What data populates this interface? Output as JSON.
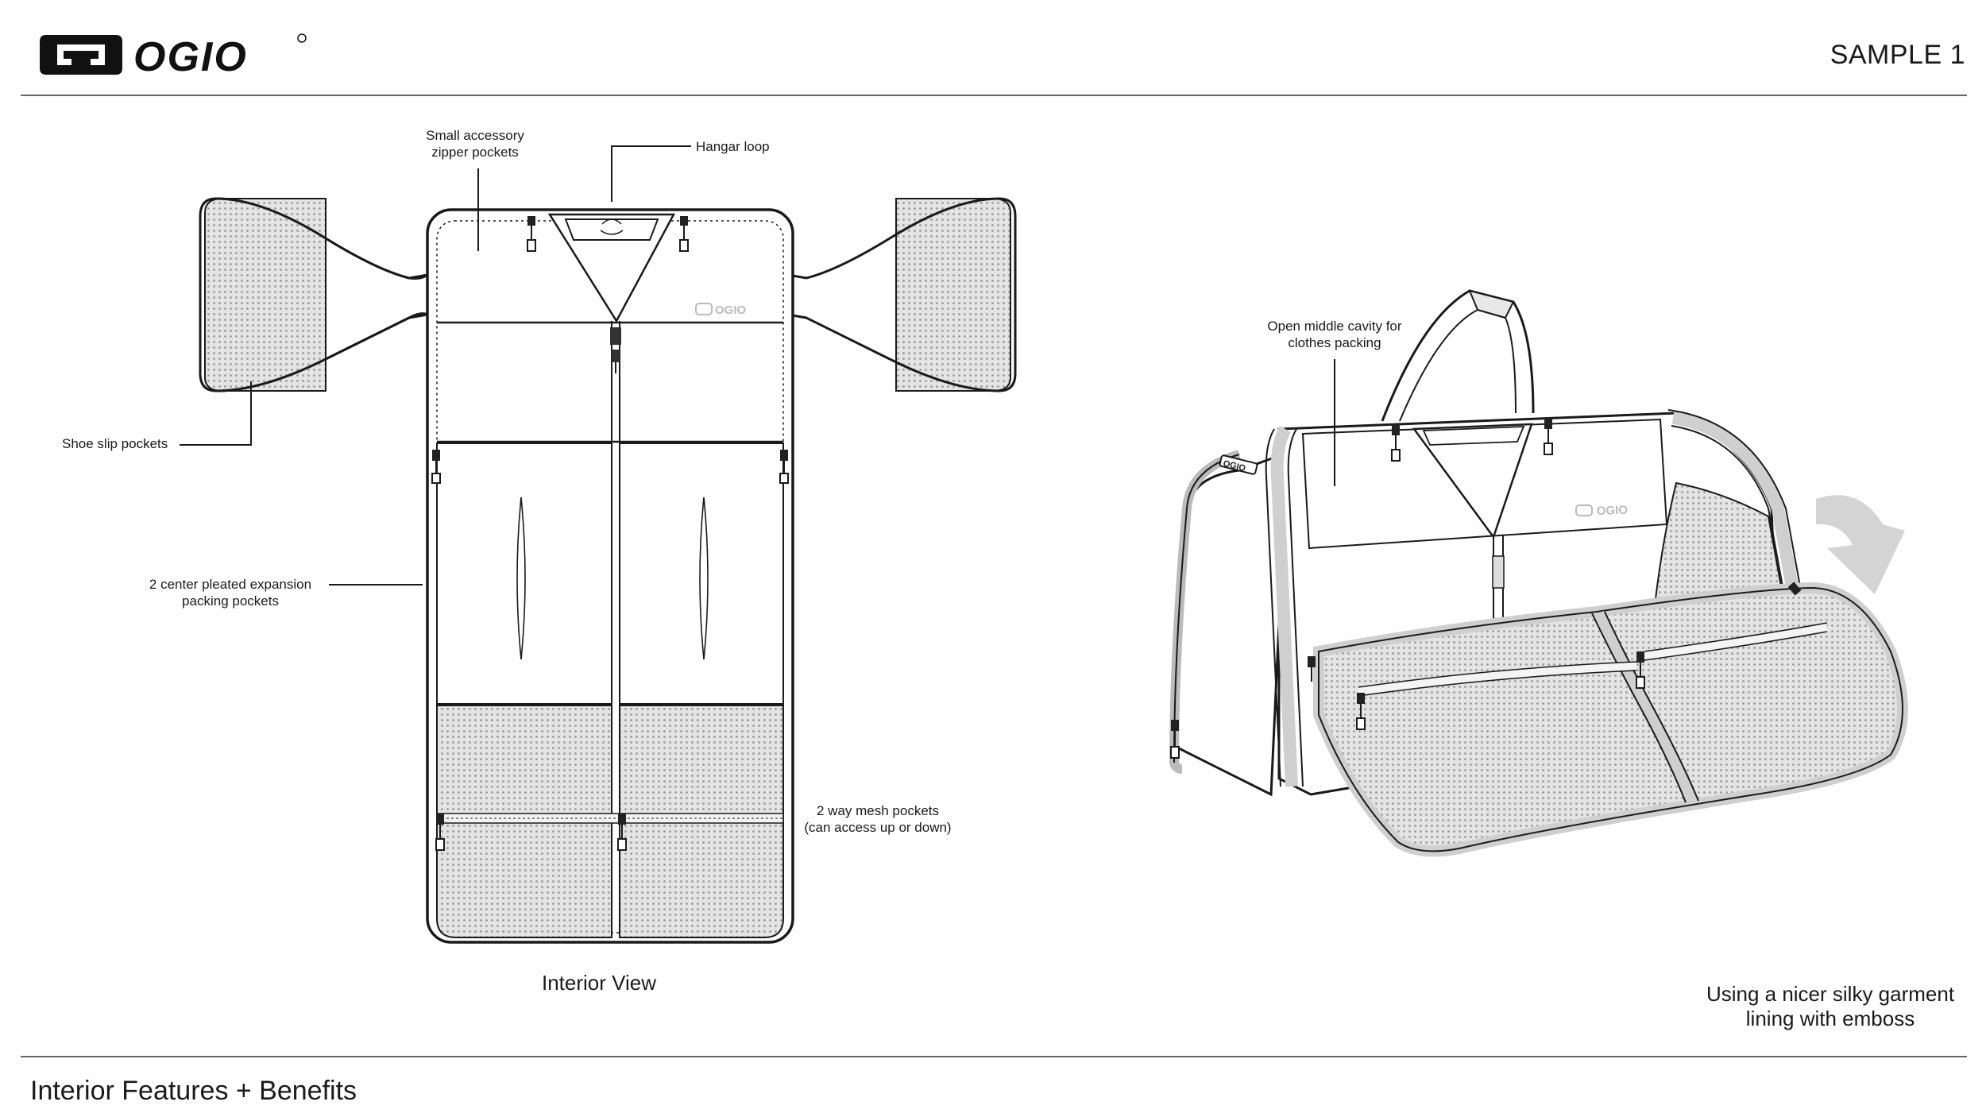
{
  "brand": {
    "name": "OGIO",
    "logo_icon": "ogio-logo-icon"
  },
  "header": {
    "sample_label": "SAMPLE 1"
  },
  "left_view": {
    "caption": "Interior View",
    "callouts": {
      "accessory_pockets": "Small accessory\nzipper pockets",
      "hangar_loop": "Hangar loop",
      "shoe_pockets": "Shoe slip pockets",
      "pleated_pockets": "2 center pleated expansion\npacking pockets",
      "mesh_pockets": "2 way mesh pockets\n(can access up or down)"
    }
  },
  "right_view": {
    "callouts": {
      "middle_cavity": "Open middle cavity for\nclothes packing"
    },
    "note": "Using a nicer silky garment\nlining with emboss"
  },
  "footer": {
    "title": "Interior Features + Benefits"
  },
  "colors": {
    "line": "#1a1a1a",
    "mesh": "#d9d9d9",
    "band": "#e6e6e6",
    "arrow": "#d4d4d4"
  }
}
